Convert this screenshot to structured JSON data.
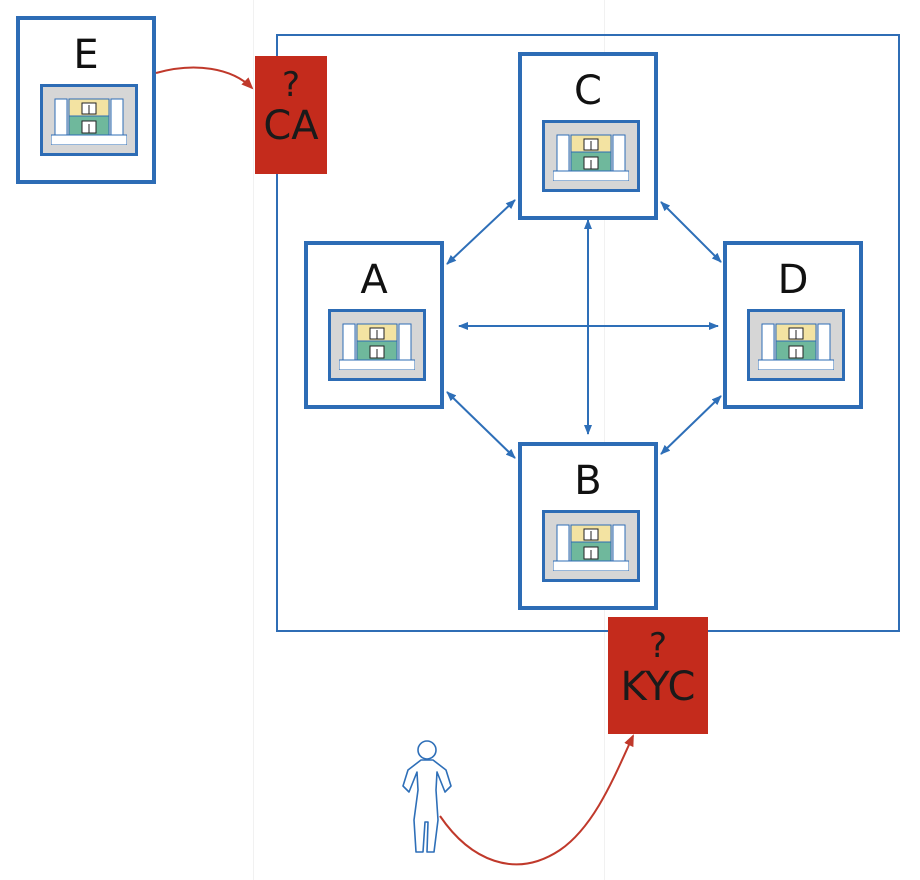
{
  "nodes": {
    "a": {
      "label": "A"
    },
    "b": {
      "label": "B"
    },
    "c": {
      "label": "C"
    },
    "d": {
      "label": "D"
    },
    "e": {
      "label": "E"
    }
  },
  "badges": {
    "ca": {
      "question": "?",
      "text": "CA"
    },
    "kyc": {
      "question": "?",
      "text": "KYC"
    }
  },
  "colors": {
    "node_border": "#2d6cb5",
    "arrow": "#2e6fb8",
    "badge_fill": "#c42b1c",
    "red_link": "#c0392b",
    "person": "#2e6fb8"
  },
  "icons": {
    "bank": "bank-building-icon",
    "person": "person-icon"
  }
}
